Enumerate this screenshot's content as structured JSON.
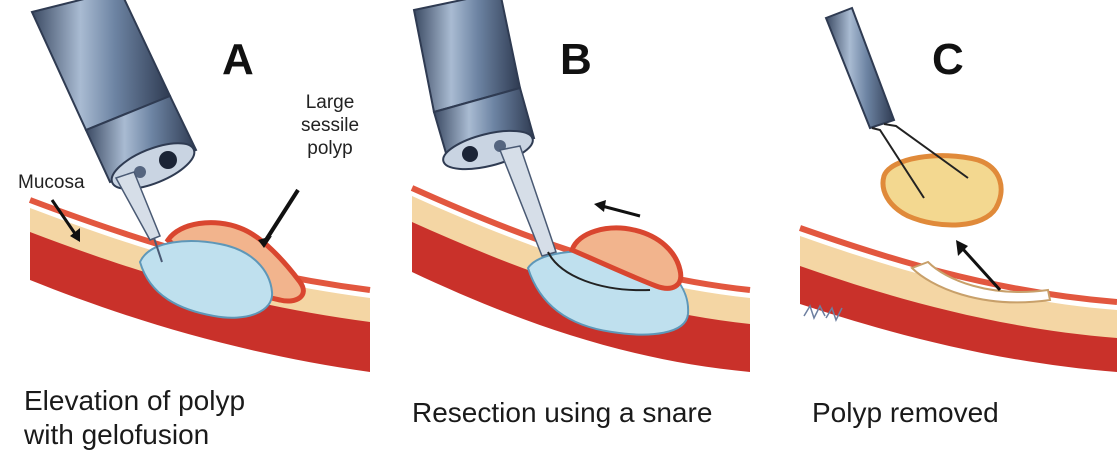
{
  "panels": [
    {
      "letter": "A",
      "caption_lines": [
        "Elevation of polyp",
        "with gelofusion"
      ]
    },
    {
      "letter": "B",
      "caption_lines": [
        "Resection using a snare"
      ]
    },
    {
      "letter": "C",
      "caption_lines": [
        "Polyp removed"
      ]
    }
  ],
  "labels": {
    "mucosa": "Mucosa",
    "polyp_lines": [
      "Large",
      "sessile",
      "polyp"
    ]
  },
  "colors": {
    "tissue_outer": "#d7382d",
    "tissue_dark": "#b3261f",
    "submucosa": "#f6d9a8",
    "mucosa_layer": "#f2e6b8",
    "fluid": "#bfe0ee",
    "fluid_edge": "#6fa9c6",
    "polyp": "#f0b48a",
    "polyp_edge": "#d9462f",
    "polyp_removed": "#f3d890",
    "metal": "#7e95b2",
    "metal_dark": "#3b4a63"
  }
}
